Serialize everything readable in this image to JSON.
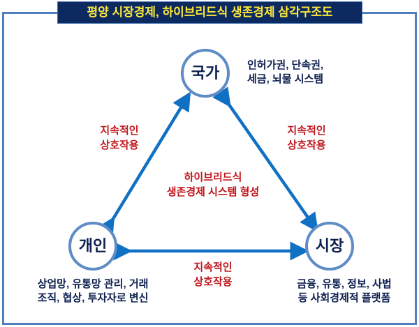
{
  "title": "평양 시장경제, 하이브리드식 생존경제 삼각구조도",
  "nodes": {
    "state": {
      "label": "국가",
      "desc": [
        "인허가권, 단속권,",
        "세금, 뇌물 시스템"
      ]
    },
    "individual": {
      "label": "개인",
      "desc": [
        "상업망, 유통망 관리, 거래",
        "조직, 협상, 투자자로 변신"
      ]
    },
    "market": {
      "label": "시장",
      "desc": [
        "금융, 유통, 정보, 사법",
        "등 사회경제적 플랫폼"
      ]
    }
  },
  "edges": {
    "left": [
      "지속적인",
      "상호작용"
    ],
    "right": [
      "지속적인",
      "상호작용"
    ],
    "bottom": [
      "지속적인",
      "상호작용"
    ]
  },
  "center": [
    "하이브리드식",
    "생존경제 시스템 형성"
  ],
  "colors": {
    "arrow": "#1070c4",
    "title_bg": "#0c2a5f",
    "title_text": "#ffe93a",
    "label_red": "#c0161d"
  }
}
